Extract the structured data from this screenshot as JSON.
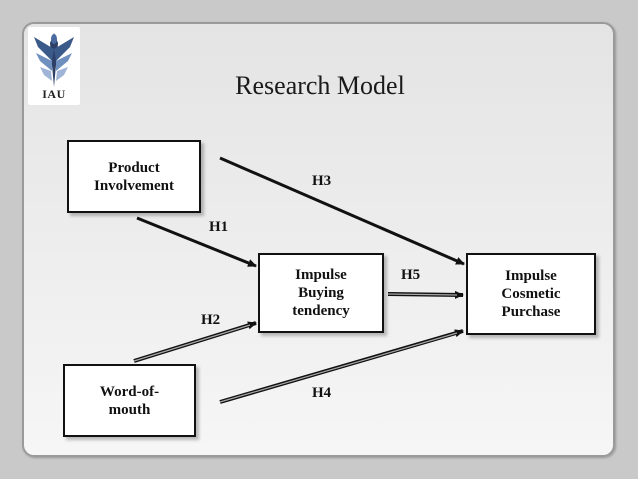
{
  "logo": {
    "text": "IAU"
  },
  "title": "Research Model",
  "nodes": {
    "product_involvement": "Product\nInvolvement",
    "word_of_mouth": "Word-of-\nmouth",
    "impulse_buying_tendency": "Impulse\nBuying\ntendency",
    "impulse_cosmetic_purchase": "Impulse\nCosmetic\nPurchase"
  },
  "hypotheses": {
    "h1": "H1",
    "h2": "H2",
    "h3": "H3",
    "h4": "H4",
    "h5": "H5"
  },
  "colors": {
    "arrow": "#111111",
    "arrow_highlight": "#a8a8a8"
  }
}
